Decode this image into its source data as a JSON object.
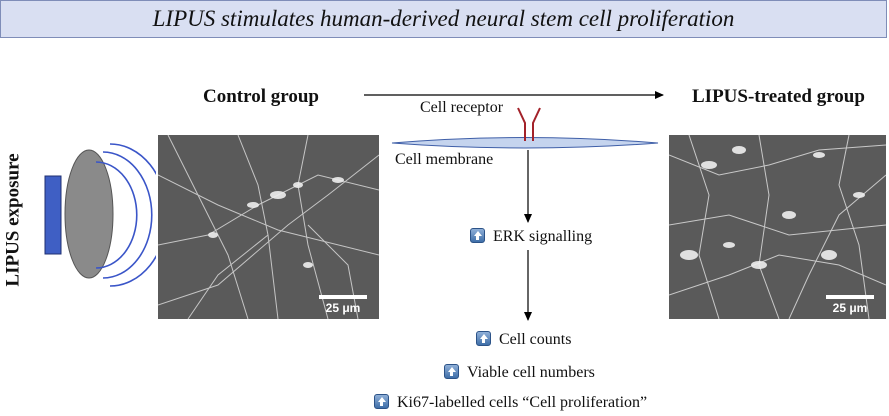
{
  "title": "LIPUS stimulates human-derived neural stem cell proliferation",
  "exposure_label": "LIPUS exposure",
  "control_label": "Control group",
  "treated_label": "LIPUS-treated group",
  "receptor_label": "Cell receptor",
  "membrane_label": "Cell membrane",
  "scale_label": "25 μm",
  "pathway": {
    "erk": "ERK signalling",
    "outcomes": [
      "Cell counts",
      "Viable cell numbers",
      "Ki67-labelled cells “Cell proliferation”"
    ]
  },
  "colors": {
    "title_bg": "#d9dff2",
    "wave": "#3a55c8",
    "transducer_face": "#3f5fc4",
    "receptor": "#a3222a",
    "membrane": "#c5d4ee",
    "up_icon": "#4f7fba"
  }
}
